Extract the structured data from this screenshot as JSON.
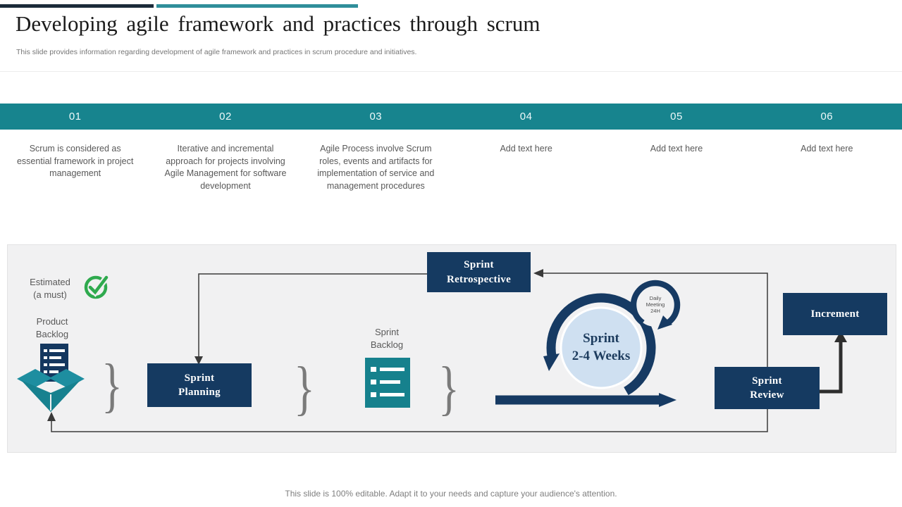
{
  "slide": {
    "title": "Developing agile framework and practices through scrum",
    "subtitle": "This slide provides information regarding development of agile  framework and practices in scrum procedure and initiatives.",
    "footer": "This slide is 100% editable. Adapt it to your needs and capture your audience's attention."
  },
  "steps": [
    {
      "number": "01",
      "text": "Scrum is considered as essential framework in project management"
    },
    {
      "number": "02",
      "text": "Iterative and incremental approach for projects involving Agile Management for software development"
    },
    {
      "number": "03",
      "text": "Agile Process involve Scrum roles, events and artifacts for implementation of service and management procedures"
    },
    {
      "number": "04",
      "text": "Add text here"
    },
    {
      "number": "05",
      "text": "Add text here"
    },
    {
      "number": "06",
      "text": "Add text here"
    }
  ],
  "diagram": {
    "estimated": "Estimated\n(a must)",
    "product_backlog": "Product\nBacklog",
    "sprint_planning": "Sprint\nPlanning",
    "sprint_backlog": "Sprint\nBacklog",
    "sprint_retrospective": "Sprint\nRetrospective",
    "sprint_cycle": "Sprint\n2-4 Weeks",
    "daily_meeting": "Daily\nMeeting\n24H",
    "sprint_review": "Sprint\nReview",
    "increment": "Increment",
    "brace": "}"
  },
  "icons": {
    "check": "check-circle-icon",
    "product_backlog": "open-box-document-icon",
    "sprint_backlog": "checklist-icon",
    "sprint_cycle": "circular-arrow-icon",
    "daily_meeting": "small-circular-arrow-icon"
  },
  "colors": {
    "navy": "#153a61",
    "teal_bar": "#17848e",
    "teal_icon": "#17818f",
    "green_check": "#2faa4e",
    "light_blue_circle": "#cfe0f1",
    "panel_bg": "#f1f1f2",
    "connector": "#3a3a3a"
  }
}
